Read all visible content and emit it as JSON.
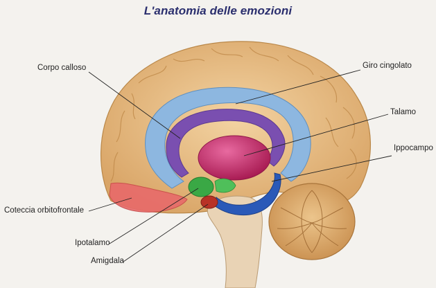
{
  "title": "L'anatomia delle emozioni",
  "labels": {
    "corpo_calloso": "Corpo calloso",
    "giro_cingolato": "Giro cingolato",
    "talamo": "Talamo",
    "ippocampo": "Ippocampo",
    "corteccia_orbitofrontale": "Coteccia orbitofrontale",
    "ipotalamo": "Ipotalamo",
    "amigdala": "Amigdala"
  },
  "colors": {
    "title": "#2b2f6e",
    "cortex": "#e9c08a",
    "cingulate": "#8db7e0",
    "corpus_callosum": "#7a4fb0",
    "thalamus": "#c2306a",
    "hypothalamus": "#3aa845",
    "hippocampus": "#2a59b8",
    "amygdala": "#b83226",
    "orbitofrontal": "#e86a6a",
    "cerebellum": "#d9a967"
  }
}
